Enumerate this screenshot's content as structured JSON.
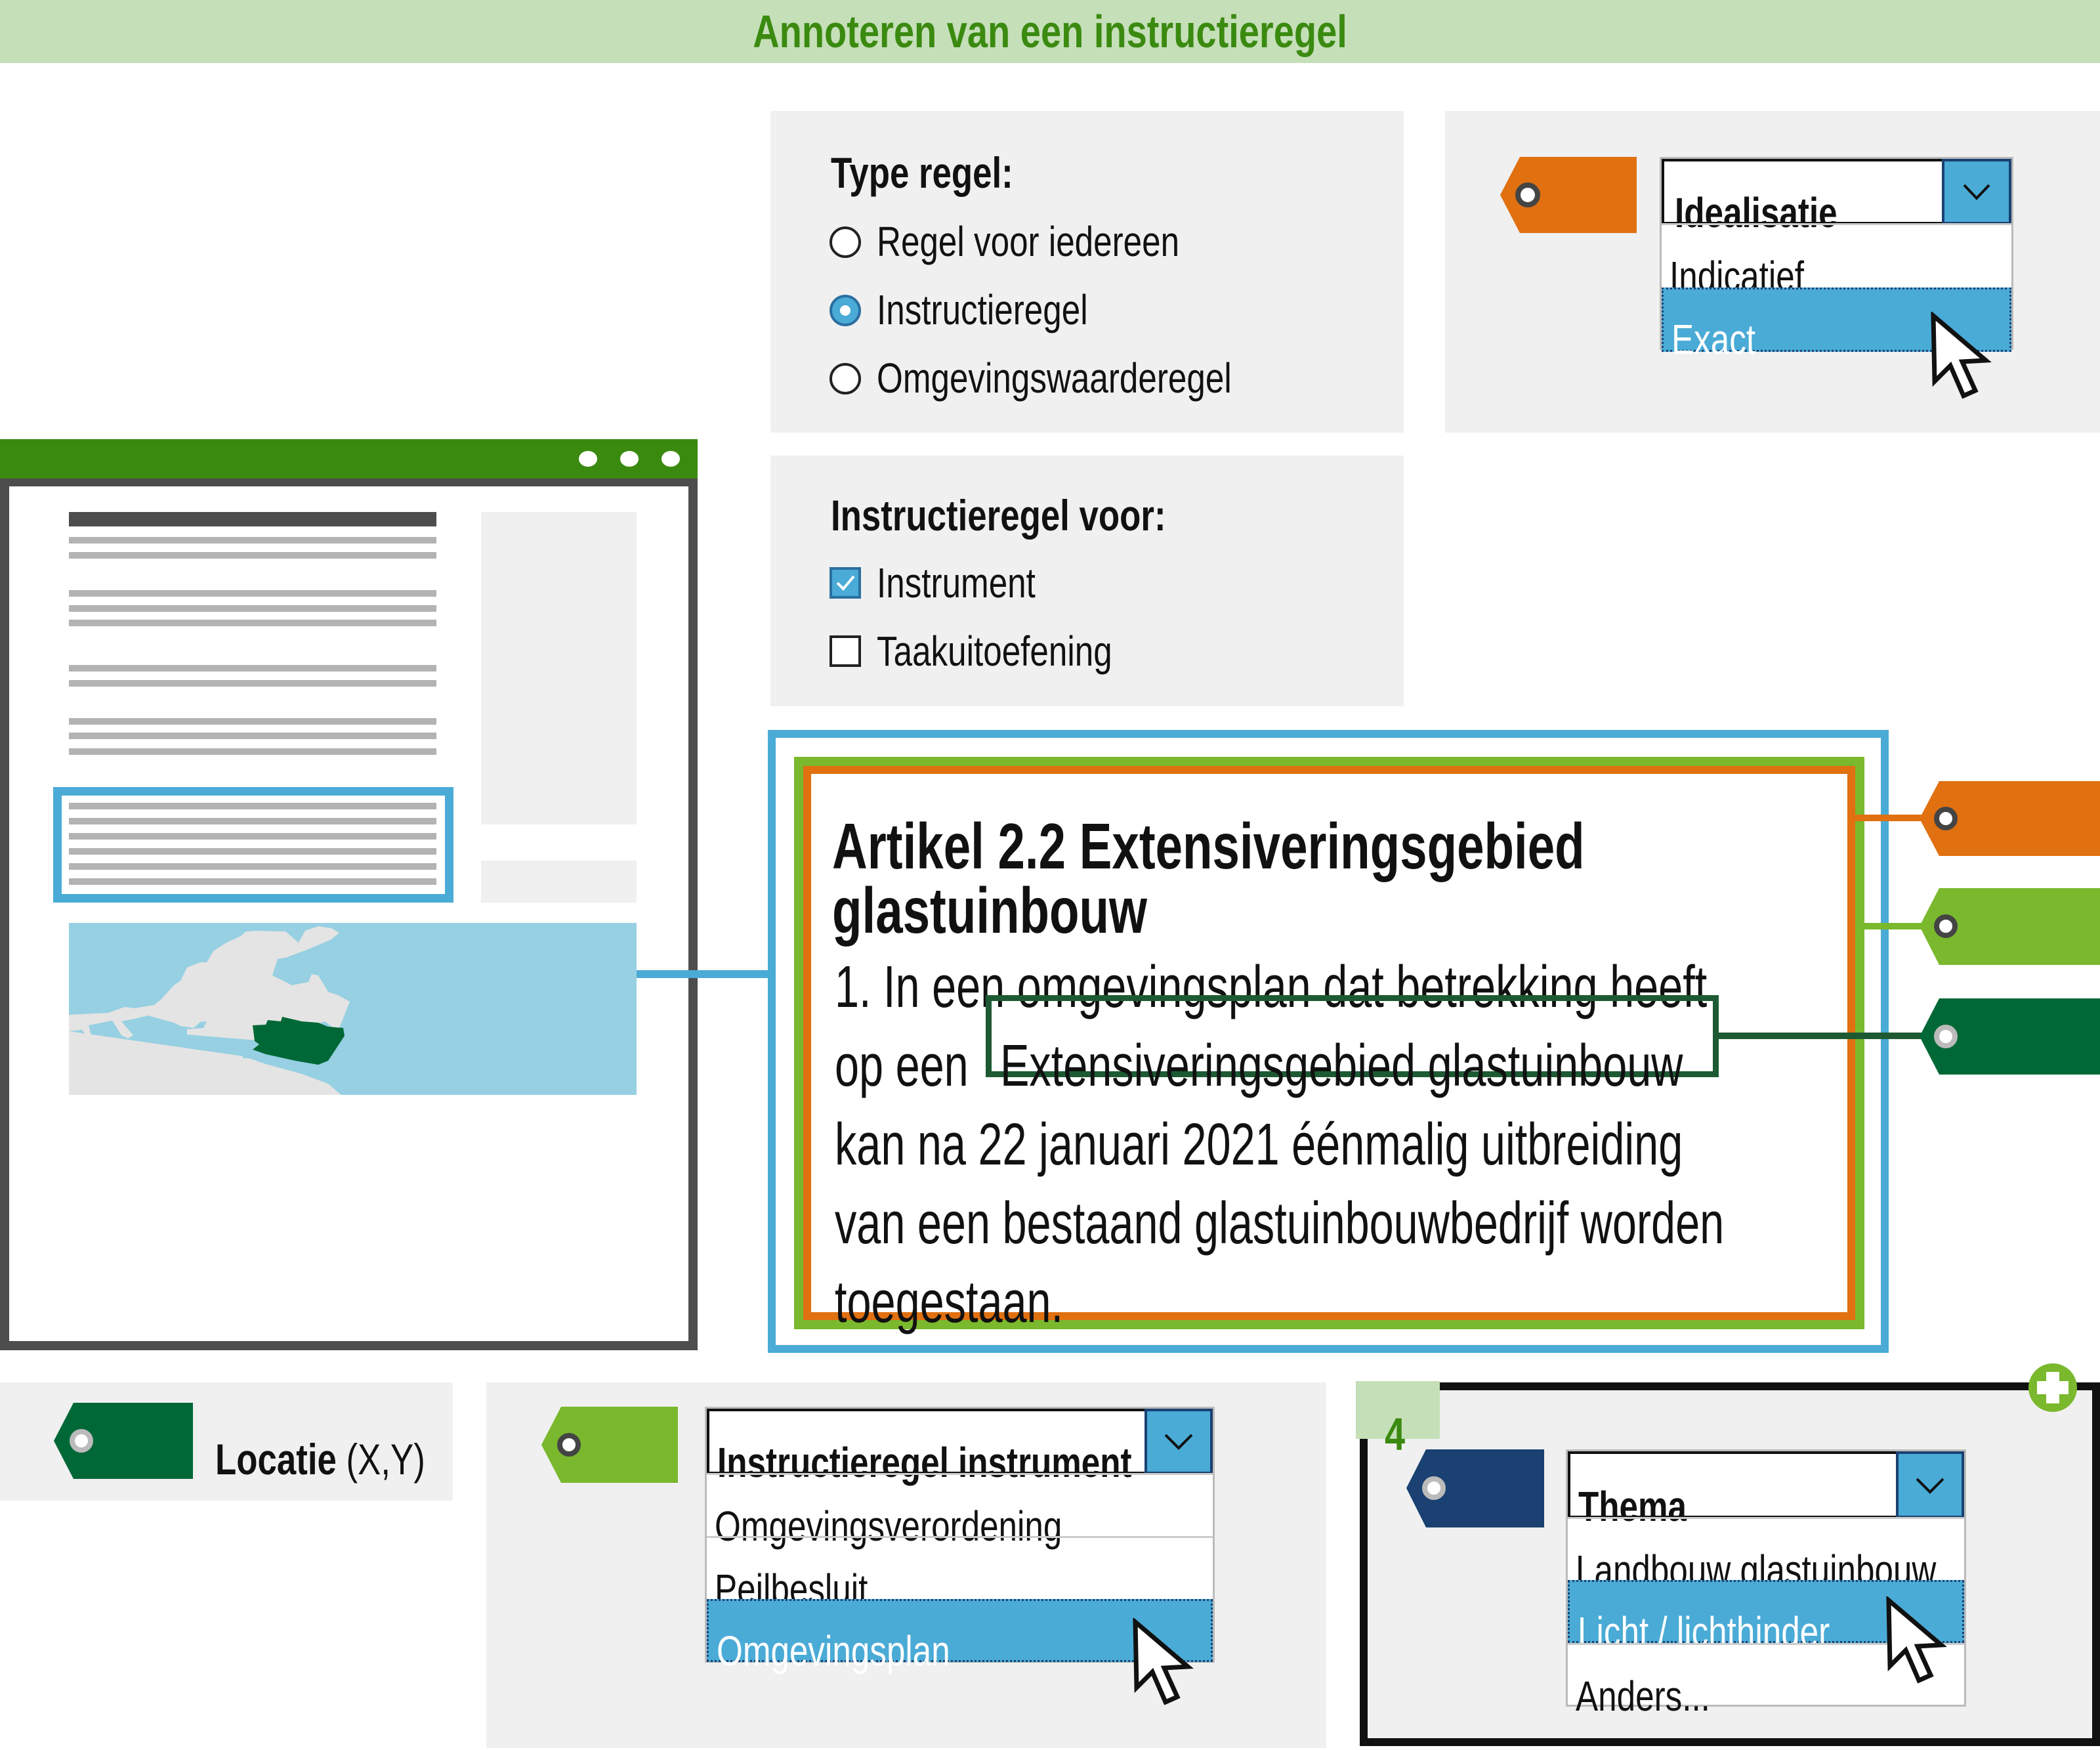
{
  "title": "Annoteren van een instructieregel",
  "type_regel": {
    "heading": "Type regel:",
    "options": [
      "Regel voor iedereen",
      "Instructieregel",
      "Omgevingswaarderegel"
    ],
    "selected": 1
  },
  "idealisatie": {
    "header": "Idealisatie",
    "options": [
      "Indicatief",
      "Exact"
    ],
    "selected": "Exact",
    "tag_color": "#e07010"
  },
  "instructieregel_voor": {
    "heading": "Instructieregel voor:",
    "options": [
      {
        "label": "Instrument",
        "checked": true
      },
      {
        "label": "Taakuitoefening",
        "checked": false
      }
    ]
  },
  "article": {
    "title_line1": "Artikel 2.2 Extensiveringsgebied",
    "title_line2": "glastuinbouw",
    "line1": "1. In een omgevingsplan dat betrekking heeft",
    "line2_pre": "op een",
    "highlight": "Extensiveringsgebied glastuinbouw",
    "line3": "kan na 22 januari 2021 éénmalig uitbreiding",
    "line4": "van een bestaand glastuinbouwbedrijf worden",
    "line5": "toegestaan."
  },
  "locatie": {
    "label": "Locatie",
    "suffix": "(X,Y)",
    "tag_color": "#006837"
  },
  "instrument": {
    "header": "Instructieregel instrument",
    "options": [
      "Omgevingsverordening",
      "Peilbesluit",
      "Omgevingsplan"
    ],
    "selected": "Omgevingsplan",
    "tag_color": "#7ab82d"
  },
  "thema": {
    "step": "4",
    "header": "Thema",
    "options": [
      "Landbouw glastuinbouw",
      "Licht / lichthinder",
      "Anders..."
    ],
    "selected": "Licht / lichthinder",
    "tag_color": "#1a4171"
  },
  "colors": {
    "blue": "#4aabd6",
    "orange": "#e07010",
    "light_green": "#7ab82d",
    "dark_green": "#006837",
    "navy": "#1a4171",
    "title_green": "#3a8a10"
  }
}
